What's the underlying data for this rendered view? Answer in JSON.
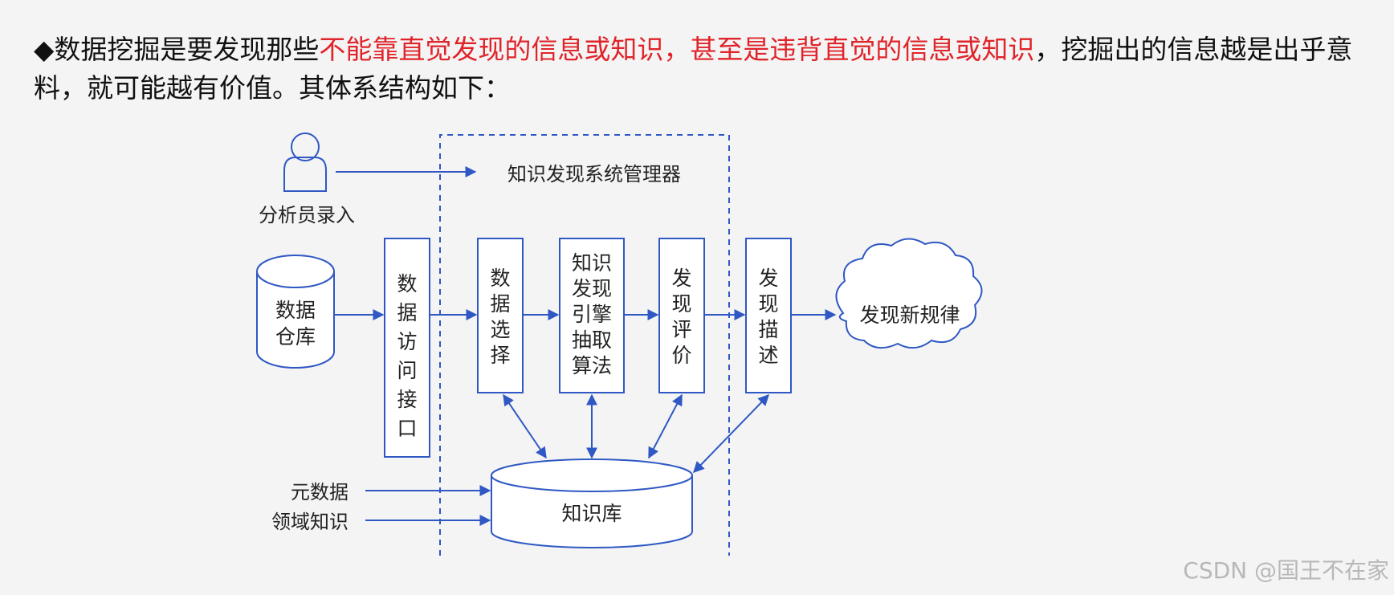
{
  "intro": {
    "bullet": "◆",
    "part1": "数据挖掘是要发现那些",
    "highlight1": "不能靠直觉发现的信息或知识，甚至是违背直觉的信息或知识",
    "part2": "，挖掘出的信息越是出乎意料，就可能越有价值。其体系结构如下："
  },
  "diagram": {
    "manager": "知识发现系统管理器",
    "analyst": "分析员录入",
    "warehouse": "数据仓库",
    "access": "数据访问接口",
    "select": "数据选择",
    "engine": "知识发现引擎抽取算法",
    "evaluate": "发现评价",
    "describe": "发现描述",
    "rules": "发现新规律",
    "kb": "知识库",
    "meta": "元数据",
    "domain": "领域知识"
  },
  "colors": {
    "line": "#2f58c4",
    "highlight": "#e0242a"
  },
  "icons": {
    "analyst": "person-icon",
    "warehouse": "database-cylinder-icon",
    "rules": "cloud-icon"
  },
  "watermark": "CSDN @国王不在家"
}
